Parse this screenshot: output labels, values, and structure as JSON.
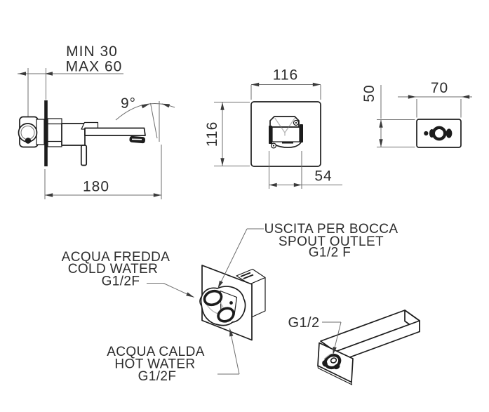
{
  "views": {
    "side": {
      "depth_min": "MIN 30",
      "depth_max": "MAX 60",
      "spout_angle": "9°",
      "spout_length": "180"
    },
    "front": {
      "plate_width": "116",
      "plate_height": "116",
      "inner_width": "54"
    },
    "plate": {
      "width": "70",
      "height": "50"
    },
    "valve_iso": {
      "spout_outlet": {
        "line1": "USCITA PER BOCCA",
        "line2": "SPOUT OUTLET",
        "line3": "G1/2 F"
      },
      "cold": {
        "line1": "ACQUA FREDDA",
        "line2": "COLD WATER",
        "line3": "G1/2F"
      },
      "hot": {
        "line1": "ACQUA CALDA",
        "line2": "HOT WATER",
        "line3": "G1/2F"
      }
    },
    "spout_iso": {
      "thread": "G1/2"
    }
  },
  "colors": {
    "outline": "#1c1c1c",
    "dimension_lines": "#6e6e6e",
    "detail_lines": "#b5b5b5",
    "text": "#2d2d2d",
    "background": "#ffffff"
  }
}
